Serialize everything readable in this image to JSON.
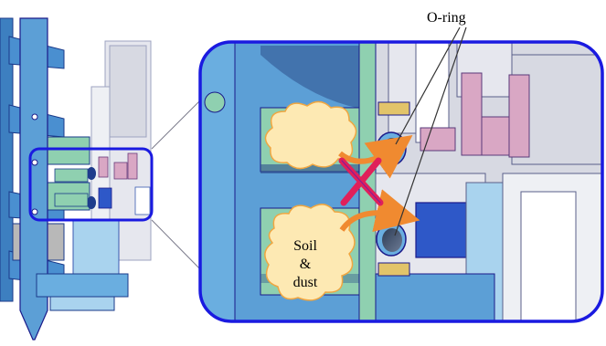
{
  "labels": {
    "oring": "O-ring",
    "cloud_line1": "Soil",
    "cloud_line2": "&",
    "cloud_line3": "dust"
  },
  "colors": {
    "outline_blue": "#1a1ae0",
    "steel_blue": "#5c9fd6",
    "light_blue": "#a9d3ee",
    "mint_green": "#8fd0b0",
    "light_gray": "#d7d9e2",
    "pink_part": "#d9a7c4",
    "yellow_part": "#e2c46a",
    "cloud_fill": "#fde9b3",
    "cloud_stroke": "#f0a640",
    "arrow_orange": "#f08a30",
    "x_mark_red": "#e0205a",
    "oring_dark": "#3d4f68"
  }
}
